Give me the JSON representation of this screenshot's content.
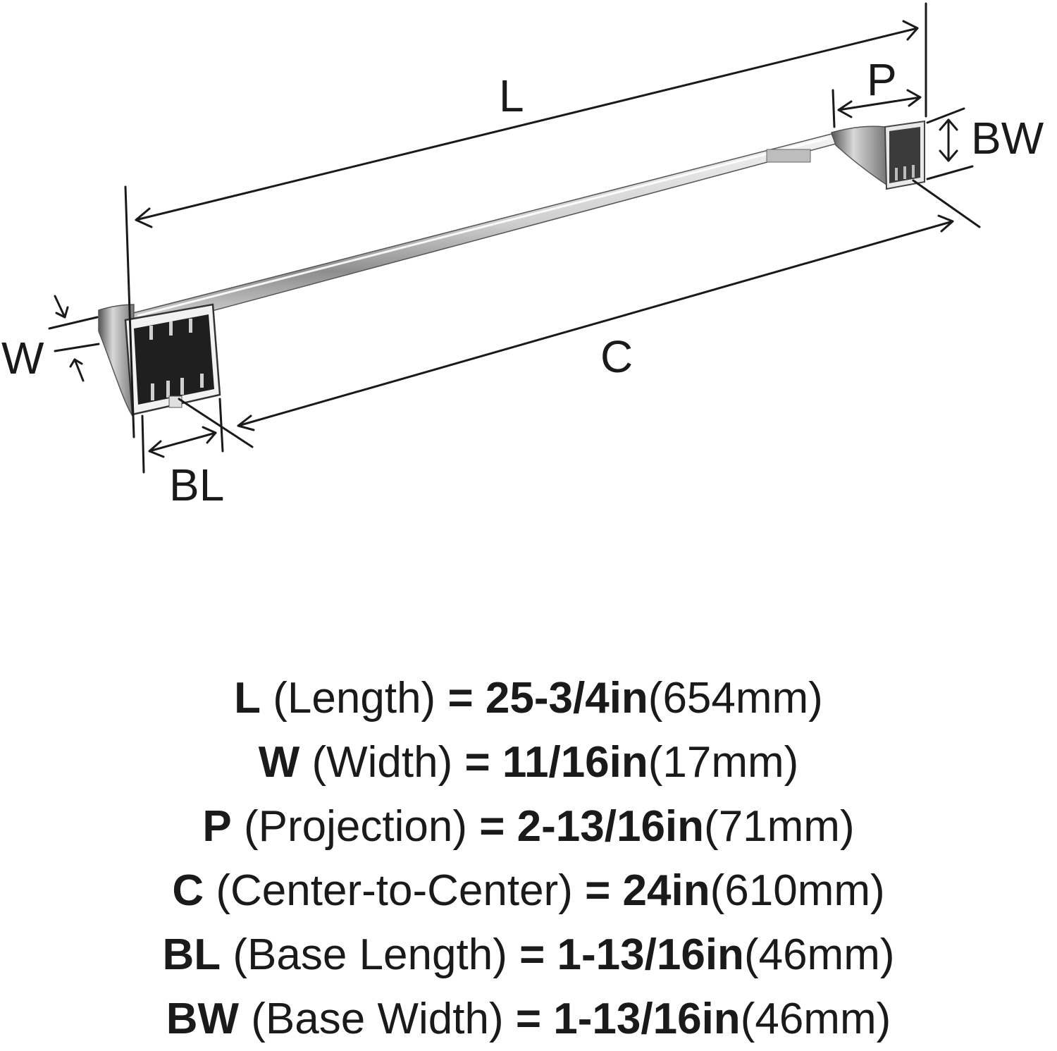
{
  "labels": {
    "L": "L",
    "P": "P",
    "BW": "BW",
    "W": "W",
    "C": "C",
    "BL": "BL"
  },
  "colors": {
    "ink": "#1a1a1a",
    "chrome_dark": "#3a3a3a",
    "chrome_mid": "#9a9a9a",
    "chrome_light": "#e9e9e9"
  },
  "specs": [
    {
      "code": "L",
      "desc": "(Length)",
      "eq": "=",
      "imperial": "25-3/4in",
      "metric": "(654mm)"
    },
    {
      "code": "W",
      "desc": "(Width)",
      "eq": "=",
      "imperial": "11/16in",
      "metric": "(17mm)"
    },
    {
      "code": "P",
      "desc": "(Projection)",
      "eq": "=",
      "imperial": "2-13/16in",
      "metric": "(71mm)"
    },
    {
      "code": "C",
      "desc": "(Center-to-Center)",
      "eq": "=",
      "imperial": "24in",
      "metric": "(610mm)"
    },
    {
      "code": "BL",
      "desc": "(Base Length)",
      "eq": "=",
      "imperial": "1-13/16in",
      "metric": "(46mm)"
    },
    {
      "code": "BW",
      "desc": "(Base Width)",
      "eq": "=",
      "imperial": "1-13/16in",
      "metric": "(46mm)"
    }
  ]
}
